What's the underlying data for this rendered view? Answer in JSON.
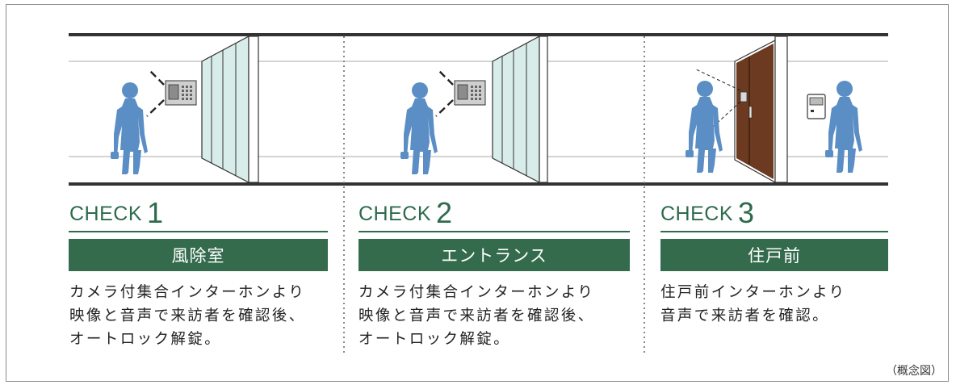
{
  "panels": [
    {
      "check_label": "CHECK",
      "check_number": "1",
      "tag": "風除室",
      "description": "カメラ付集合インターホンより\n映像と音声で来訪者を確認後、\nオートロック解錠。"
    },
    {
      "check_label": "CHECK",
      "check_number": "2",
      "tag": "エントランス",
      "description": "カメラ付集合インターホンより\n映像と音声で来訪者を確認後、\nオートロック解錠。"
    },
    {
      "check_label": "CHECK",
      "check_number": "3",
      "tag": "住戸前",
      "description": "住戸前インターホンより\n音声で来訪者を確認。"
    }
  ],
  "footnote": "（概念図）",
  "colors": {
    "accent_green": "#346b4d",
    "figure_blue": "#5b8ec4",
    "glass": "#d8ece9",
    "door_brown": "#6b3a20"
  }
}
